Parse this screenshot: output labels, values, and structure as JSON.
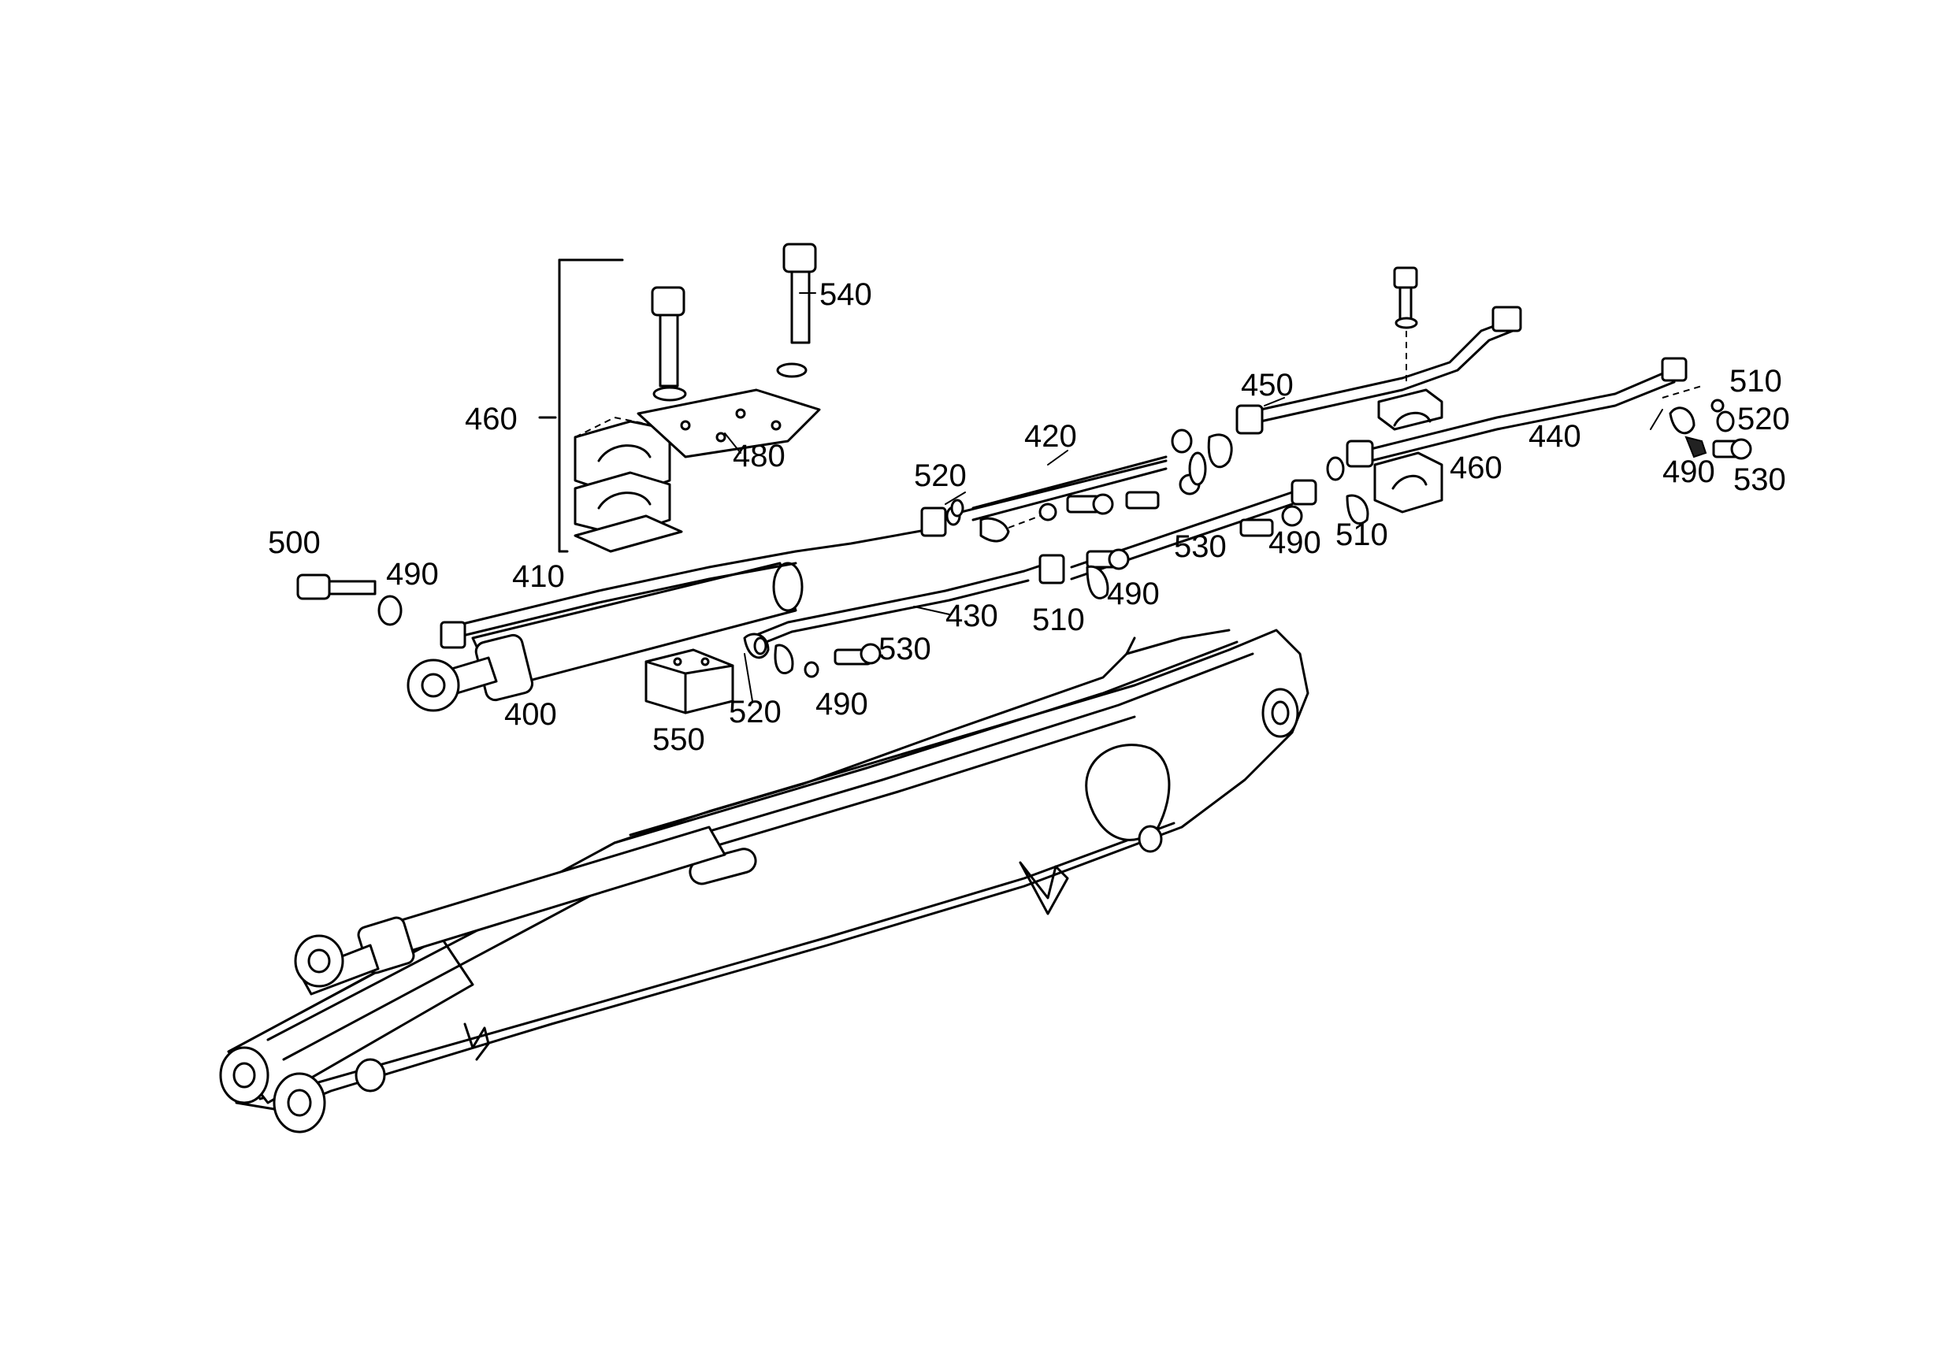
{
  "labels": {
    "p400": "400",
    "p410": "410",
    "p420": "420",
    "p430": "430",
    "p440": "440",
    "p450": "450",
    "p460a": "460",
    "p460b": "460",
    "p480": "480",
    "p490a": "490",
    "p490b": "490",
    "p490c": "490",
    "p490d": "490",
    "p490e": "490",
    "p500": "500",
    "p510a": "510",
    "p510b": "510",
    "p510c": "510",
    "p520a": "520",
    "p520b": "520",
    "p520c": "520",
    "p530a": "530",
    "p530b": "530",
    "p530c": "530",
    "p540": "540",
    "p550": "550"
  }
}
